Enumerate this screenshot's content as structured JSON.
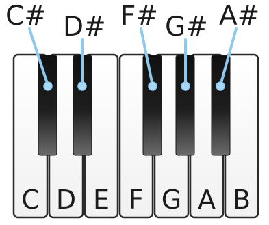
{
  "white_keys": [
    {
      "note": "C"
    },
    {
      "note": "D"
    },
    {
      "note": "E"
    },
    {
      "note": "F"
    },
    {
      "note": "G"
    },
    {
      "note": "A"
    },
    {
      "note": "B"
    }
  ],
  "black_keys": [
    {
      "note": "C#"
    },
    {
      "note": "D#"
    },
    {
      "note": "F#"
    },
    {
      "note": "G#"
    },
    {
      "note": "A#"
    }
  ],
  "colors": {
    "key_outline": "#2a2a2a",
    "white_key_fill": "#fbfbfb",
    "black_key_fill": "#151515",
    "pointer_line": "#8ec8ee",
    "pointer_dot": "#a9d8f7",
    "text": "#1a1a1a"
  }
}
